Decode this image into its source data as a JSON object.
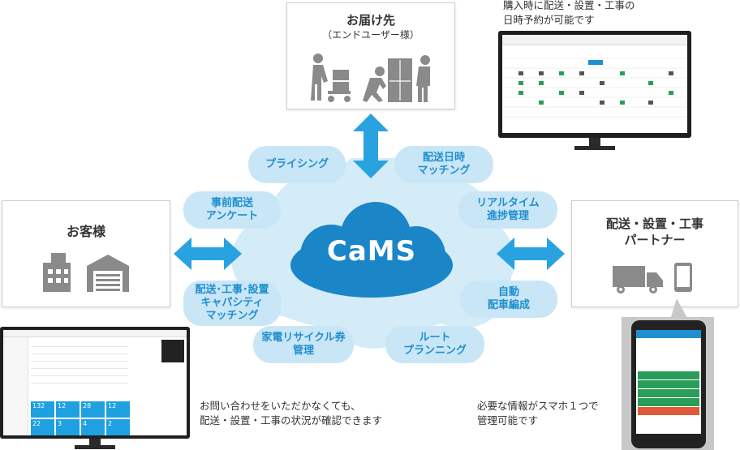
{
  "center": {
    "label": "CaMS"
  },
  "nodes": {
    "end_user": {
      "title": "お届け先",
      "subtitle": "（エンドユーザー様）"
    },
    "customer": {
      "title": "お客様"
    },
    "partner": {
      "title": "配送・設置・工事\nパートナー"
    }
  },
  "features": [
    {
      "label": "プライシング"
    },
    {
      "label": "配送日時\nマッチング"
    },
    {
      "label": "事前配送\nアンケート"
    },
    {
      "label": "リアルタイム\n進捗管理"
    },
    {
      "label": "配送･工事･設置\nキャパシティ\nマッチング"
    },
    {
      "label": "自動\n配車編成"
    },
    {
      "label": "家電リサイクル券\n管理"
    },
    {
      "label": "ルート\nプランニング"
    }
  ],
  "captions": {
    "top_right": "購入時に配送・設置・工事の\n日時予約が可能です",
    "bottom_left": "お問い合わせをいただかなくても、\n配送・設置・工事の状況が確認できます",
    "bottom_right": "必要な情報がスマホ１つで\n管理可能です"
  },
  "colors": {
    "accent": "#1f8fcf",
    "cloud_dark": "#1a86c8",
    "cloud_light": "#d4ebf8",
    "arrow": "#29a3e0",
    "icon_gray": "#8a8a8a"
  },
  "dashboard": {
    "tiles": [
      "132",
      "12",
      "28",
      "12",
      "22",
      "3",
      "4",
      "2"
    ]
  }
}
